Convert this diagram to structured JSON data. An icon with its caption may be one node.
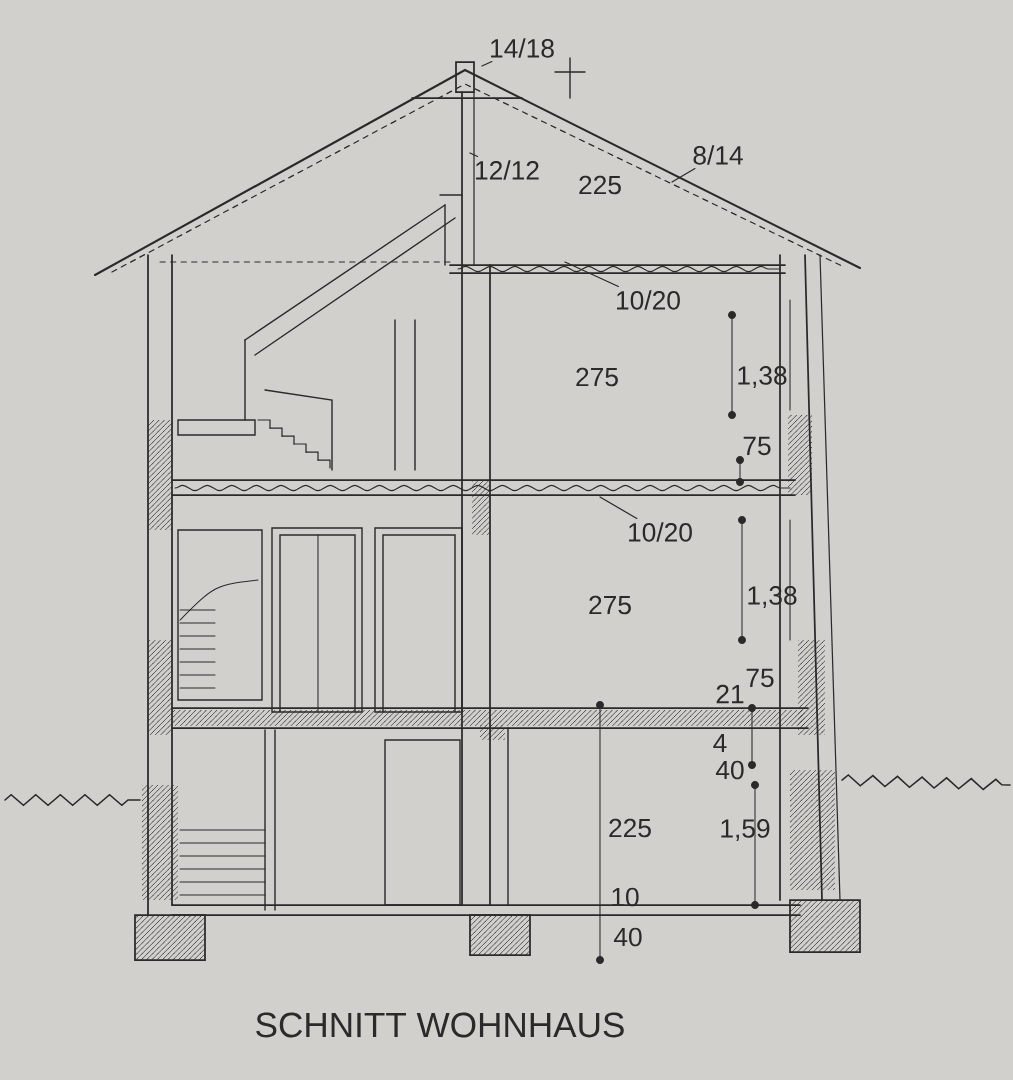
{
  "diagram": {
    "title": "SCHNITT WOHNHAUS",
    "nodes": [
      {
        "text": [
          "14/18"
        ]
      },
      {
        "text": [
          "8/14"
        ]
      },
      {
        "text": [
          "12/12"
        ]
      },
      {
        "text": [
          "10/20"
        ]
      },
      {
        "text": [
          "10/20"
        ]
      }
    ],
    "edges": [
      {
        "from": 0,
        "to": null,
        "arrow": "none"
      },
      {
        "from": 1,
        "to": null,
        "arrow": "none"
      },
      {
        "from": 2,
        "to": null,
        "arrow": "none"
      },
      {
        "from": 3,
        "to": null,
        "arrow": "none"
      },
      {
        "from": 4,
        "to": null,
        "arrow": "none"
      }
    ],
    "labels": [
      "225",
      "275",
      "1,38",
      "75",
      "275",
      "1,38",
      "75",
      "21",
      "4",
      "40",
      "225",
      "1,59",
      "10",
      "40"
    ]
  }
}
